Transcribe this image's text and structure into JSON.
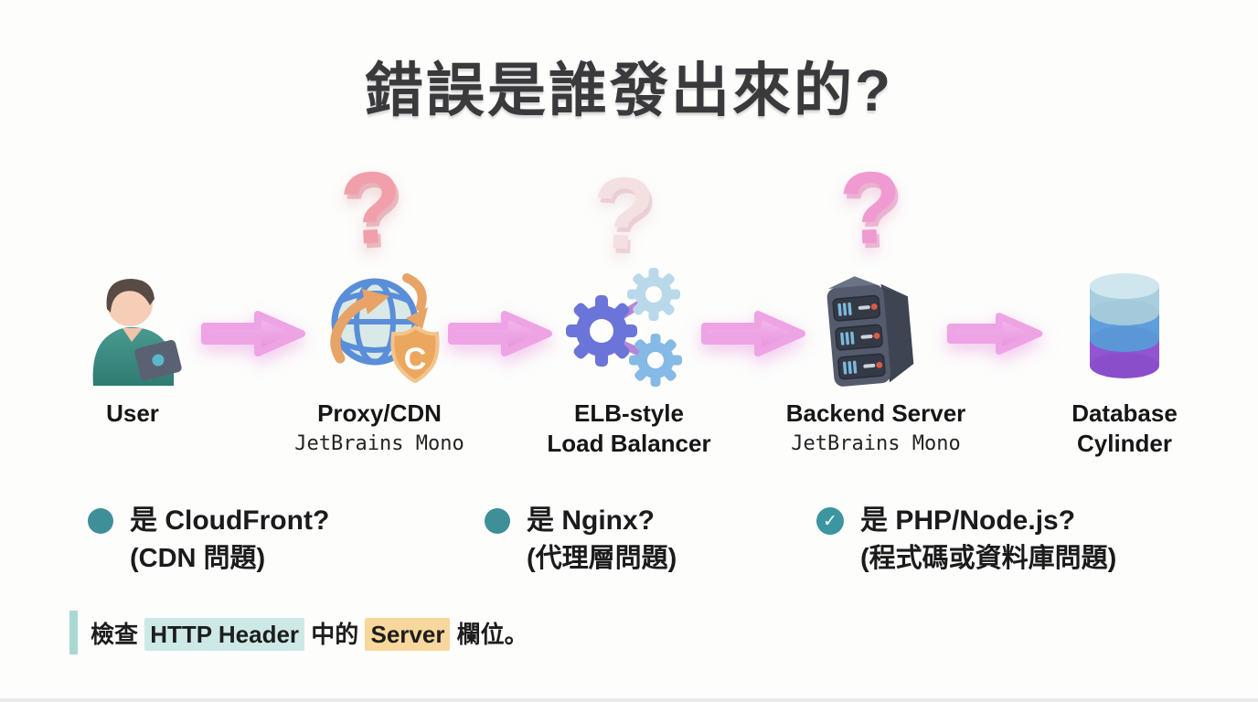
{
  "title": "錯誤是誰發出來的?",
  "glyphs": {
    "question": "?",
    "check": "✓",
    "cdn_shield_letter": "C"
  },
  "colors": {
    "arrow_pink": "#eda3e4",
    "qm_salmon": "#f1a0ab",
    "qm_pale": "#f3e1e1",
    "qm_pink": "#ef9bd1",
    "bullet_teal": "#3e8f98",
    "highlight_teal": "#cde9e5",
    "highlight_orange": "#f8d79c",
    "title_text": "#3a3a3d"
  },
  "flow": {
    "nodes": [
      {
        "id": "user",
        "label": "User"
      },
      {
        "id": "proxy-cdn",
        "label": "Proxy/CDN",
        "sublabel": "JetBrains Mono"
      },
      {
        "id": "elb-load-balancer",
        "label": "ELB-style",
        "label2": "Load Balancer"
      },
      {
        "id": "backend-server",
        "label": "Backend Server",
        "sublabel": "JetBrains Mono"
      },
      {
        "id": "database",
        "label": "Database",
        "label2": "Cylinder"
      }
    ]
  },
  "bullets": [
    {
      "marker": "dot",
      "line1": "是 CloudFront?",
      "line2": "(CDN 問題)"
    },
    {
      "marker": "dot",
      "line1": "是 Nginx?",
      "line2": "(代理層問題)"
    },
    {
      "marker": "check",
      "line1": "是 PHP/Node.js?",
      "line2": "(程式碼或資料庫問題)"
    }
  ],
  "note": {
    "part1": "檢查 ",
    "highlight1": "HTTP Header",
    "part2": " 中的 ",
    "highlight2": "Server",
    "part3": " 欄位。"
  }
}
